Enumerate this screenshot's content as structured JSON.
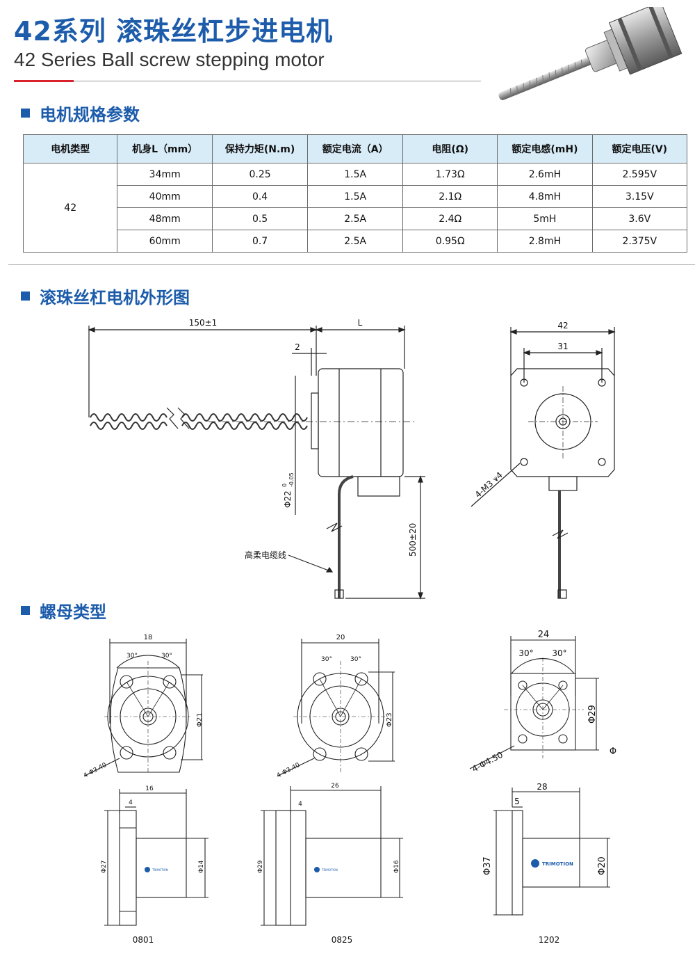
{
  "header": {
    "title_cn": "42系列 滚珠丝杠步进电机",
    "title_en": "42 Series Ball screw stepping motor"
  },
  "sections": {
    "spec": "电机规格参数",
    "outline": "滚珠丝杠电机外形图",
    "nut": "螺母类型"
  },
  "spec_table": {
    "headers": [
      "电机类型",
      "机身L（mm）",
      "保持力矩(N.m)",
      "额定电流（A）",
      "电阻(Ω)",
      "额定电感(mH)",
      "额定电压(V)"
    ],
    "motor_type": "42",
    "rows": [
      [
        "34mm",
        "0.25",
        "1.5A",
        "1.73Ω",
        "2.6mH",
        "2.595V"
      ],
      [
        "40mm",
        "0.4",
        "1.5A",
        "2.1Ω",
        "4.8mH",
        "3.15V"
      ],
      [
        "48mm",
        "0.5",
        "2.5A",
        "2.4Ω",
        "5mH",
        "3.6V"
      ],
      [
        "60mm",
        "0.7",
        "2.5A",
        "0.95Ω",
        "2.8mH",
        "2.375V"
      ]
    ]
  },
  "outline": {
    "dim_length": "150±1",
    "dim_L": "L",
    "dim_2": "2",
    "dim_phi22": "Φ22",
    "dim_tol_upper": "0",
    "dim_tol_lower": "-0.05",
    "cable_label": "高柔电缆线",
    "cable_length": "500±20",
    "front_w": "42",
    "front_hole": "31",
    "screw_spec": "4-M3 ⩛4"
  },
  "nuts": [
    {
      "code": "0801",
      "width": "18",
      "angle1": "30°",
      "angle2": "30°",
      "pcd": "Φ21",
      "holes": "4-Φ3.40",
      "len": "16",
      "flange": "4",
      "od": "Φ27",
      "body": "Φ14"
    },
    {
      "code": "0825",
      "width": "20",
      "angle1": "30°",
      "angle2": "30°",
      "pcd": "Φ23",
      "holes": "4-Φ3.40",
      "len": "26",
      "flange": "4",
      "od": "Φ29",
      "body": "Φ16"
    },
    {
      "code": "1202",
      "width": "24",
      "angle1": "30°",
      "angle2": "30°",
      "pcd": "Φ29",
      "holes": "4-Φ4.50",
      "len": "28",
      "flange": "5",
      "od": "Φ37",
      "body": "Φ20",
      "side_mark": "Φ"
    }
  ],
  "brand": "TRIMOTION",
  "colors": {
    "brand_blue": "#1c5cab",
    "accent_red": "#d8212a",
    "table_header": "#d8ecf8"
  }
}
